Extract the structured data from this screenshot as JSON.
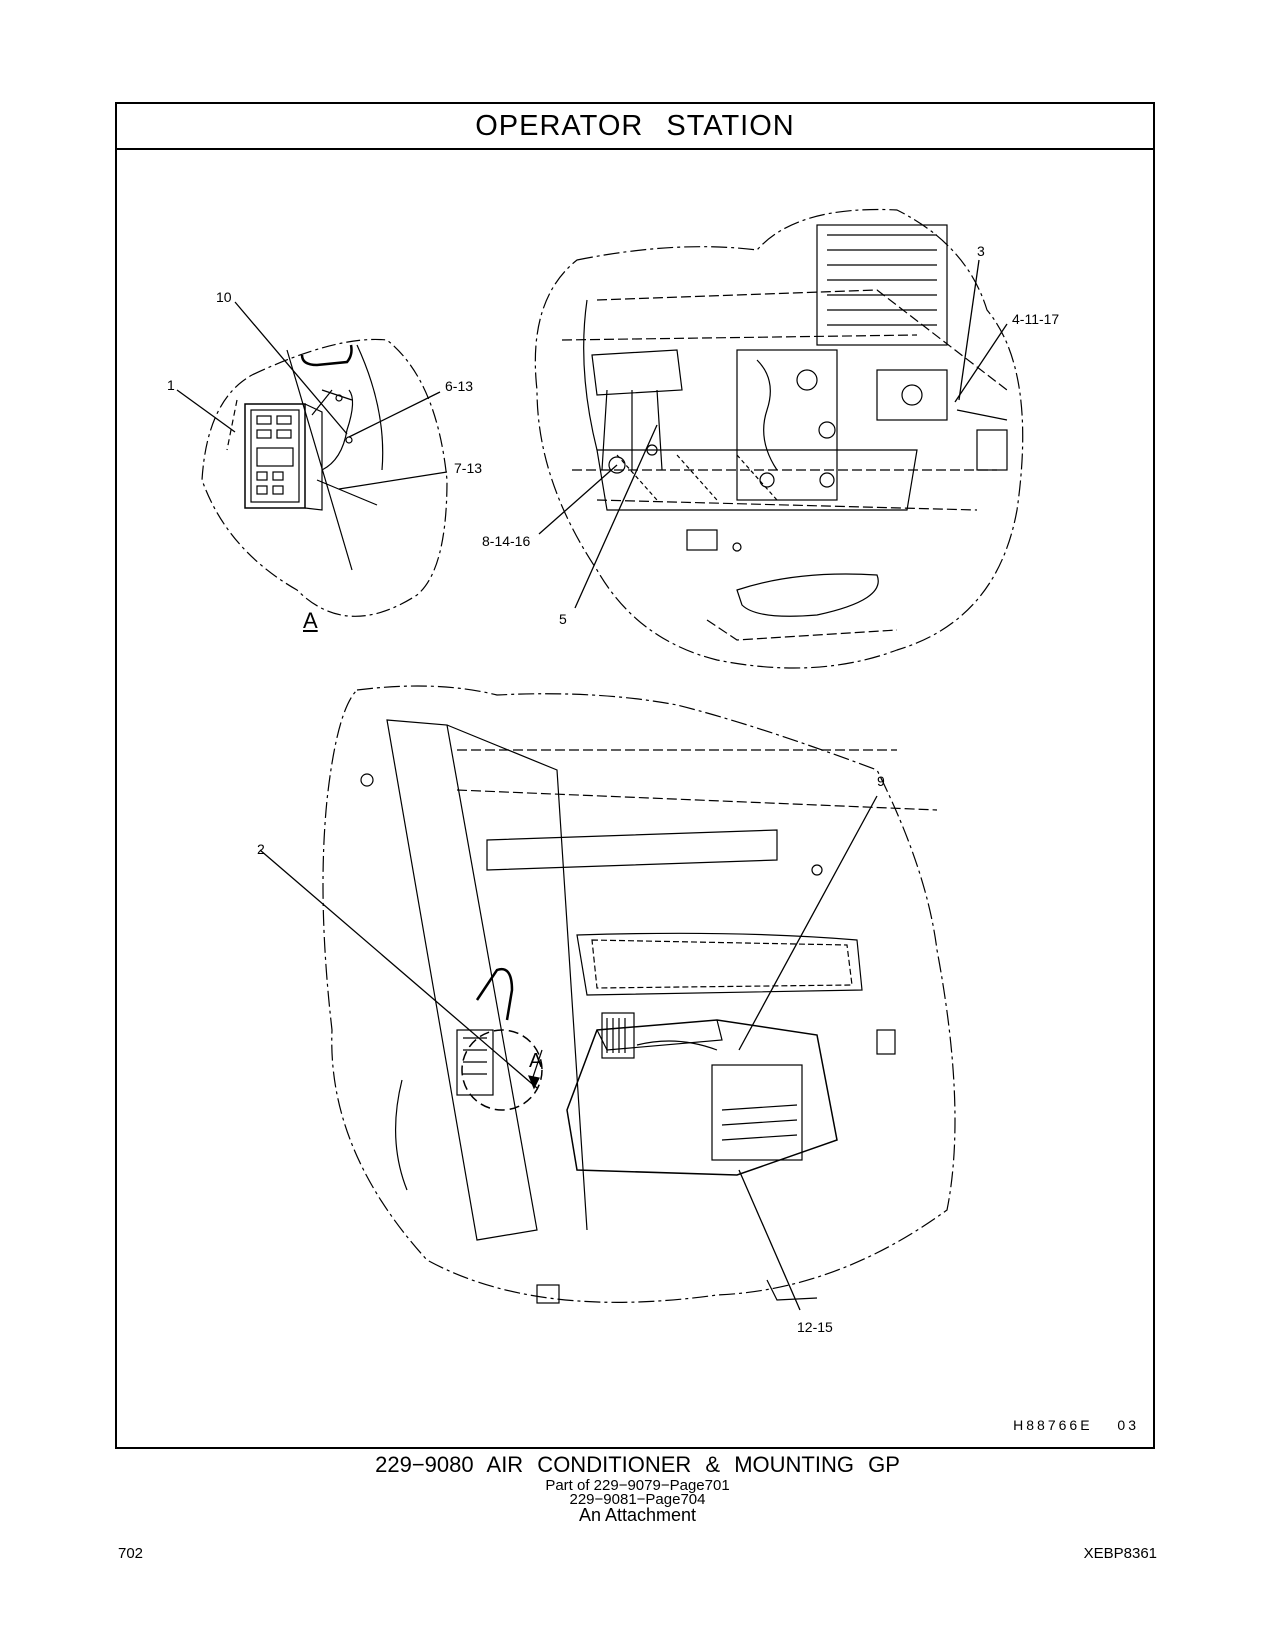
{
  "header": {
    "title": "OPERATOR   STATION"
  },
  "drawing": {
    "view_label": "A",
    "view_marker": "A",
    "drawing_id": "H88766E   03",
    "callouts": {
      "c1": "1",
      "c2": "2",
      "c3": "3",
      "c4": "4-11-17",
      "c5": "5",
      "c6": "6-13",
      "c7": "7-13",
      "c8": "8-14-16",
      "c9": "9",
      "c10": "10",
      "c12": "12-15"
    }
  },
  "caption": {
    "main": "229−9080  AIR CONDITIONER & MOUNTING GP",
    "line1": "Part of 229−9079−Page701",
    "line2": "229−9081−Page704",
    "line3": "An Attachment"
  },
  "footer": {
    "page_number": "702",
    "doc_number": "XEBP8361"
  }
}
